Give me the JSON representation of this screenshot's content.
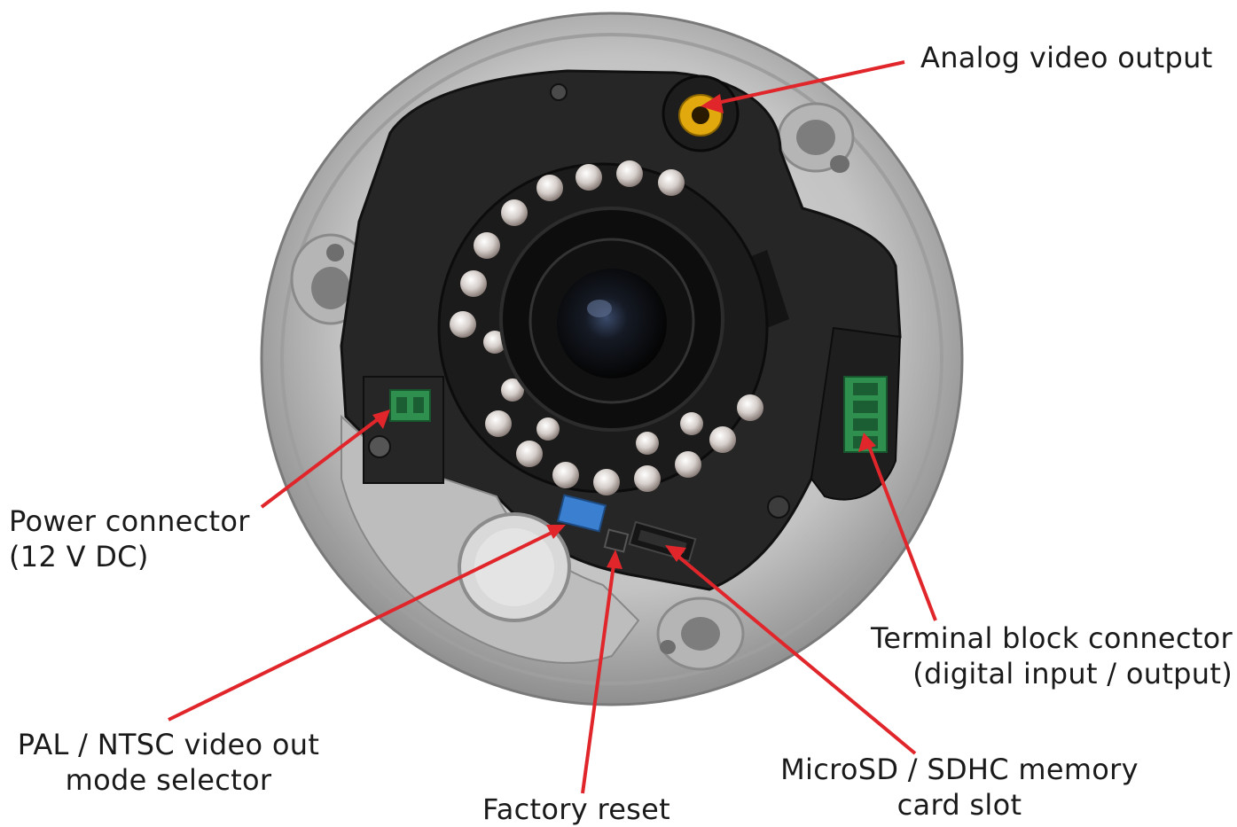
{
  "colors": {
    "background": "#ffffff",
    "leader_line": "#e0262b",
    "label_text": "#1a1a1a",
    "housing_outer": "#a9a9a9",
    "housing_inner": "#c8c8c8",
    "camera_body": "#2b2b2b",
    "lens_ring": "#1a1a1a",
    "ir_led": "#d9d3cf",
    "terminal_green": "#2f8f4e",
    "rca_yellow": "#e1a90e",
    "switch_blue": "#3b7fd1"
  },
  "callouts": {
    "analog_video": {
      "lines": [
        "Analog video output"
      ]
    },
    "power_connector": {
      "lines": [
        "Power connector",
        "(12 V DC)"
      ]
    },
    "terminal_block": {
      "lines": [
        "Terminal block connector",
        "(digital input / output)"
      ]
    },
    "pal_ntsc": {
      "lines": [
        "PAL / NTSC video out",
        "mode selector"
      ]
    },
    "factory_reset": {
      "lines": [
        "Factory reset"
      ]
    },
    "microsd": {
      "lines": [
        "MicroSD / SDHC memory",
        "card slot"
      ]
    }
  }
}
